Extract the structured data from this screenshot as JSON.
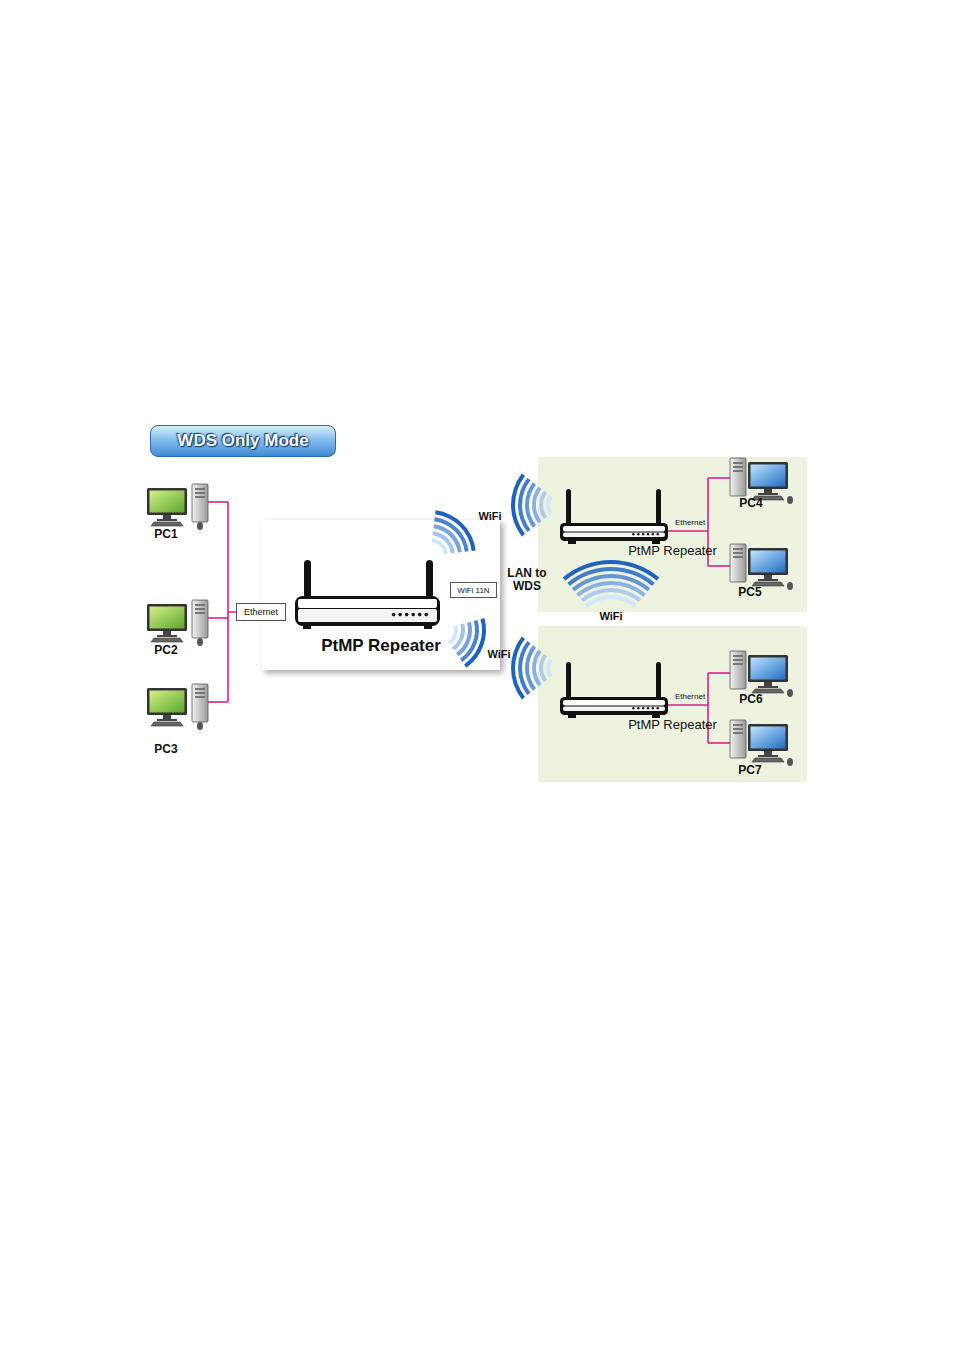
{
  "diagram": {
    "title": "WDS Only Mode",
    "nodes": [
      {
        "text": [
          "PtMP Repeater"
        ]
      },
      {
        "text": [
          "Ethernet"
        ]
      },
      {
        "text": [
          "WiFi 11N"
        ],
        "in": 0
      },
      {
        "text": [
          "PtMP Repeater"
        ]
      },
      {
        "text": [
          "PtMP Repeater"
        ]
      }
    ],
    "labels": [
      "PC1",
      "PC2",
      "PC3",
      "WiFi",
      "WiFi",
      "LAN to WDS",
      "WiFi",
      "Ethernet",
      "PC4",
      "PC5",
      "Ethernet",
      "PC6",
      "PC7"
    ]
  }
}
